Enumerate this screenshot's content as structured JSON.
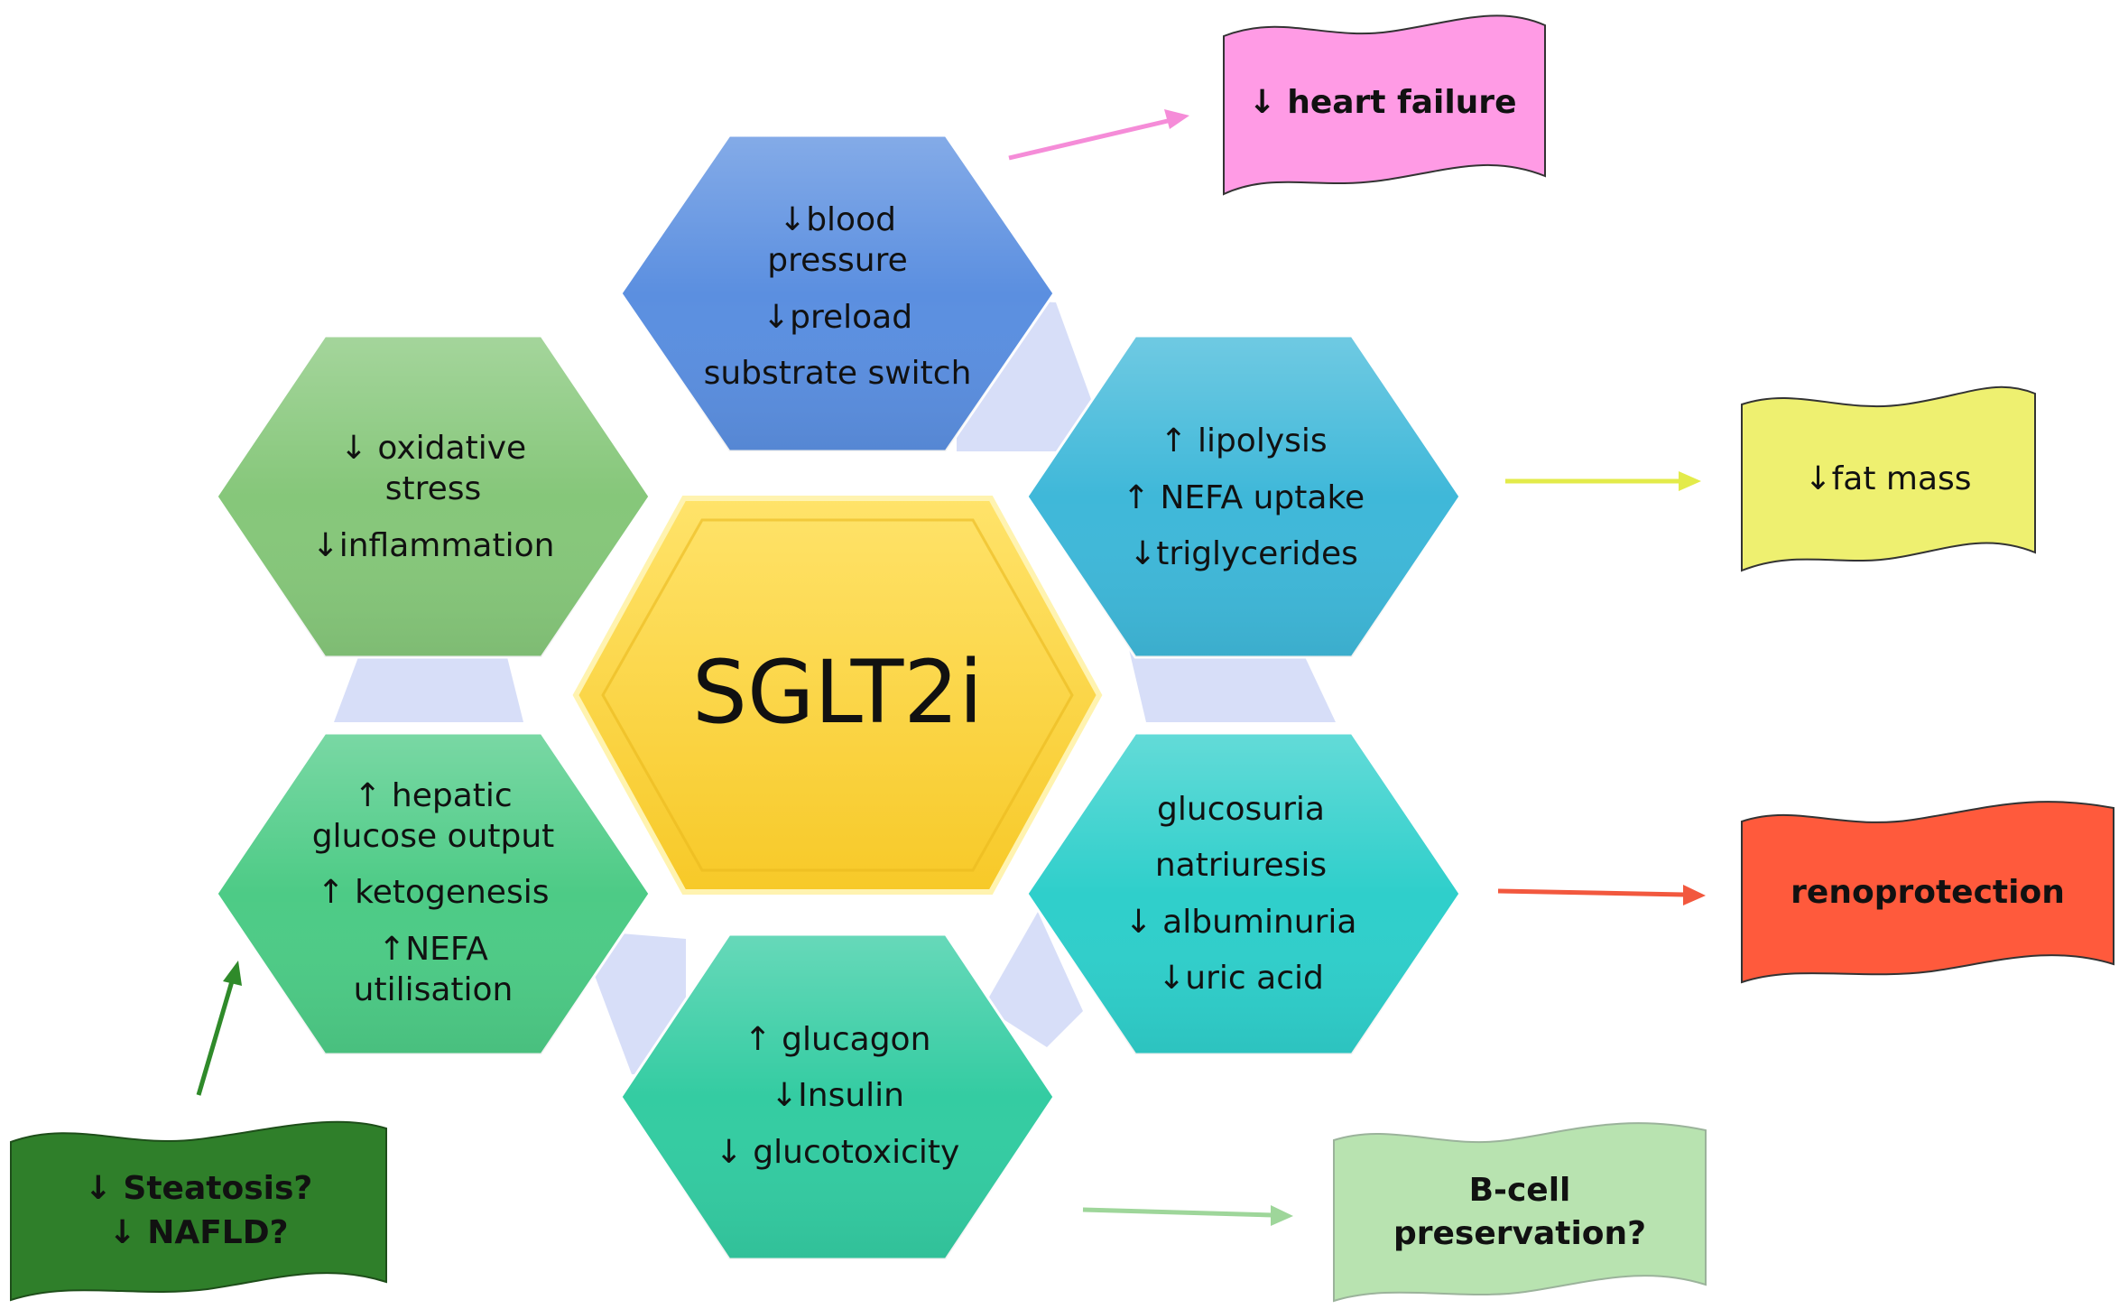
{
  "center": {
    "label": "SGLT2i",
    "color": "#FDD33A"
  },
  "hexagons": [
    {
      "id": "top",
      "color": "#5B8FE0",
      "lines": [
        "↓blood",
        "pressure",
        "↓preload",
        "substrate switch"
      ]
    },
    {
      "id": "left-top",
      "color": "#86C77A",
      "lines": [
        "↓ oxidative",
        "stress",
        "↓inflammation"
      ]
    },
    {
      "id": "right-top",
      "color": "#3FB8D9",
      "lines": [
        "↑ lipolysis",
        "↑ NEFA uptake",
        "↓triglycerides"
      ]
    },
    {
      "id": "left-bottom",
      "color": "#4DCB86",
      "lines": [
        "↑ hepatic",
        "glucose output",
        "↑ ketogenesis",
        "↑NEFA",
        "utilisation"
      ]
    },
    {
      "id": "right-bottom",
      "color": "#2FCFCB",
      "lines": [
        "glucosuria",
        "natriuresis",
        "↓ albuminuria",
        "↓uric acid"
      ]
    },
    {
      "id": "bottom",
      "color": "#34CCA2",
      "lines": [
        "↑ glucagon",
        "↓Insulin",
        "↓ glucotoxicity"
      ]
    }
  ],
  "outcomes": [
    {
      "id": "heart-failure",
      "color": "#FF9BE5",
      "arrow_color": "#F58CD8",
      "lines": [
        "↓ heart failure"
      ]
    },
    {
      "id": "fat-mass",
      "color": "#EEF070",
      "arrow_color": "#E3EB4A",
      "lines": [
        "↓fat mass"
      ]
    },
    {
      "id": "renoprotection",
      "color": "#FF5A3C",
      "arrow_color": "#F2583E",
      "lines": [
        "renoprotection"
      ]
    },
    {
      "id": "b-cell",
      "color": "#B8E3B0",
      "arrow_color": "#9ED69A",
      "lines": [
        "B-cell",
        "preservation?"
      ]
    },
    {
      "id": "nafld",
      "color": "#2F7F2A",
      "arrow_color": "#2F8A2A",
      "lines": [
        "↓ Steatosis?",
        "↓ NAFLD?"
      ]
    }
  ]
}
